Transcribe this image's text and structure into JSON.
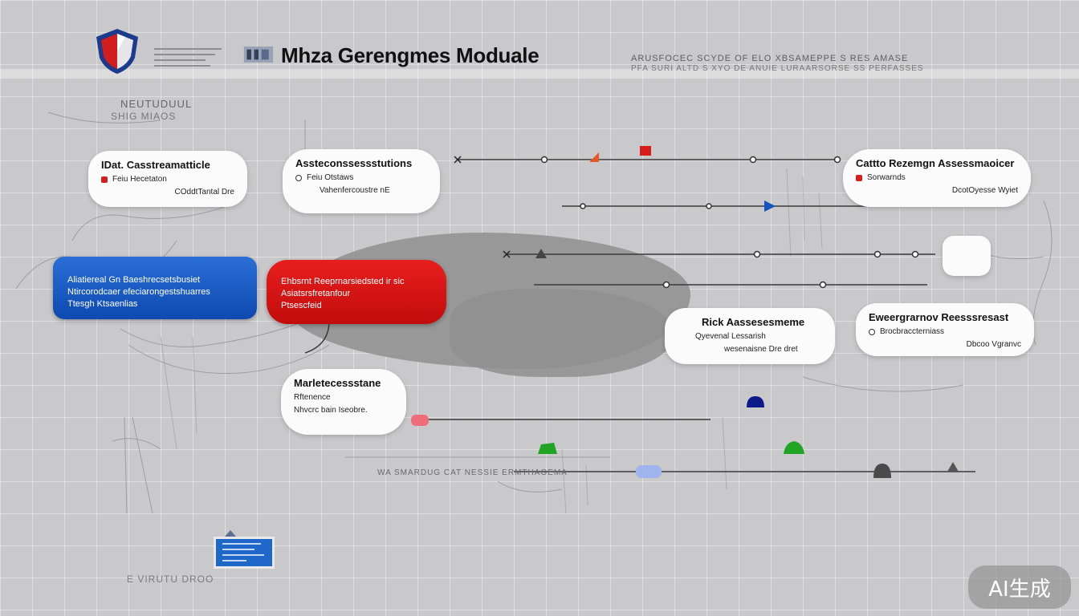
{
  "header": {
    "title": "Mhza Gerengmes  Moduale",
    "subtitle_left": "R   P  ORSIAL",
    "meta_line_1": "ARUSFOCEC SCYDE  OF ELO   XBSAMEPPE   S  RES   AMASE",
    "meta_line_2": "PFA  SURI ALTD S XYO   DE ANUIE  LURAARSORSE   SS  PERFASSES"
  },
  "side_text": {
    "label_1": "NEUTUDUUL",
    "label_2": "SHIG MIAOS"
  },
  "cards": {
    "data": {
      "title": "IDat. Casstreamatticle",
      "line1": "Feiu Hecetaton",
      "line2": "COddtTantal Dre"
    },
    "assessment": {
      "title": "Assteconssessstutions",
      "line1": "Feiu Otstaws",
      "line2": "Vahenfercoustre nE"
    },
    "campaign": {
      "title": "Cattto Rezemgn Assessmaoicer",
      "line1": "Sorwarnds",
      "line2": "DcotOyesse Wyiet"
    },
    "risk": {
      "title": "Rick  Aassesesmeme",
      "line1": "Qyevenal Lessarish",
      "line2": "wesenaisne Dre dret"
    },
    "emergency": {
      "title": "Eweergrarnov Reesssresast",
      "line1": "Brocbraccterniass",
      "line2": "Dbcoo Vgranvc"
    },
    "maintenance": {
      "title": "Marletecessstane",
      "line1": "Rftenence",
      "line2": "Nhvcrc bain Iseobre."
    }
  },
  "pills": {
    "blue": {
      "line1": "Aliatiereal Gn Baeshrecsetsbusiet",
      "line2": "Ntircorodcaer efeciarongestshuarres",
      "line3": "Ttesgh Ktsaenlias"
    },
    "red": {
      "line1": "Ehbsrnt  Reeprnarsiedsted ir sic",
      "line2": "Asiatsrsfretanfour",
      "line3": "Ptsescfeid"
    }
  },
  "footer": {
    "caption": "E VIRUTU DROO",
    "bottom_text": "WA SMARDUG CAT NESSIE ERMTHAGEMA"
  },
  "watermark": "AI生成",
  "colors": {
    "accent_red": "#d81c1c",
    "accent_blue": "#1553bd",
    "navy": "#0d1a8a",
    "green": "#1fa424",
    "lavender": "#9fb4ec",
    "orange": "#e2582a"
  },
  "icons": {
    "logo": "shield-icon",
    "title": "module-icon"
  }
}
